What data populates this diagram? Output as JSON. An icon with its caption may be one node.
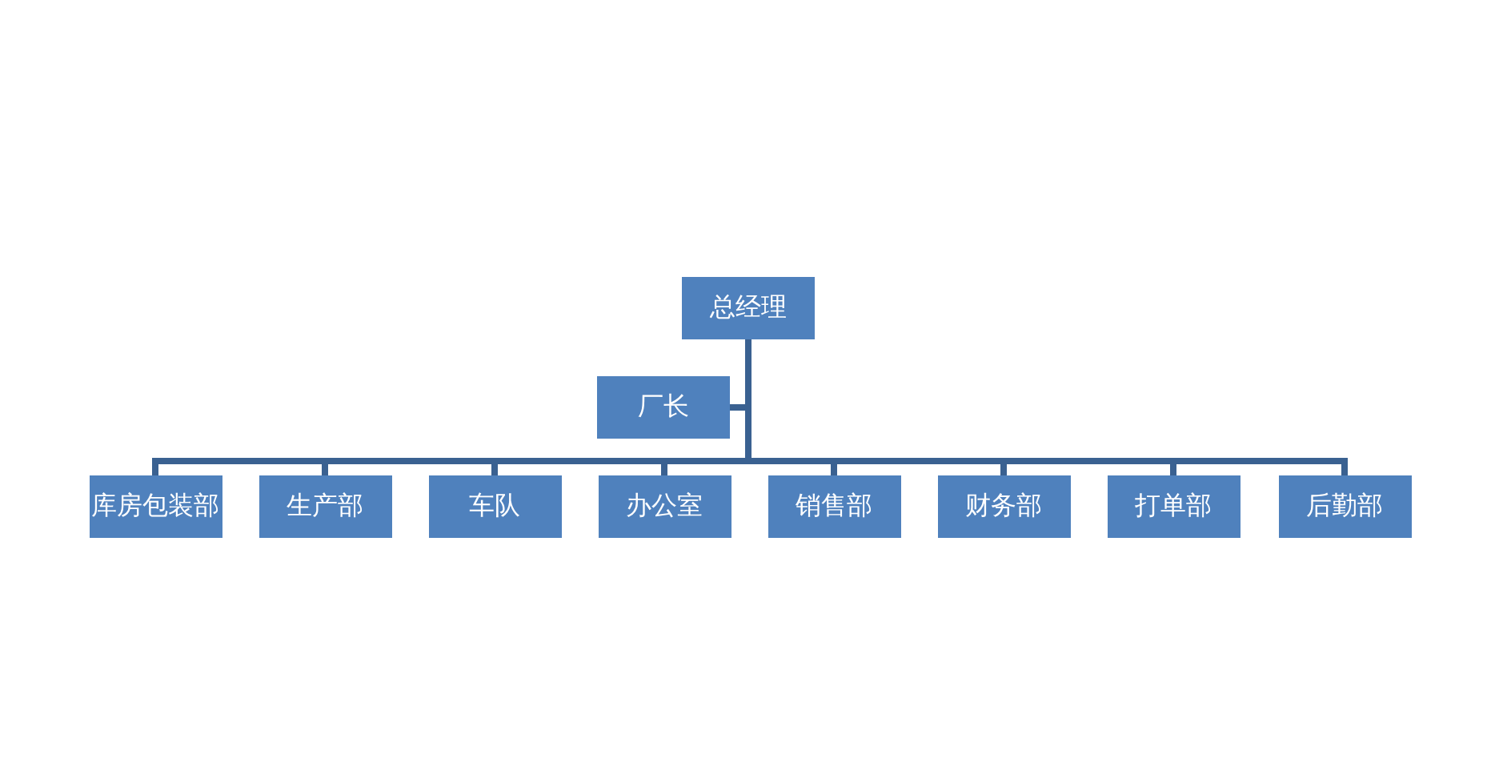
{
  "diagram": {
    "nodes": [
      {
        "text": [
          "总经理"
        ]
      },
      {
        "text": [
          "厂长"
        ]
      },
      {
        "text": [
          "库房包装部"
        ]
      },
      {
        "text": [
          "生产部"
        ]
      },
      {
        "text": [
          "车队"
        ]
      },
      {
        "text": [
          "办公室"
        ]
      },
      {
        "text": [
          "销售部"
        ]
      },
      {
        "text": [
          "财务部"
        ]
      },
      {
        "text": [
          "打单部"
        ]
      },
      {
        "text": [
          "后勤部"
        ]
      }
    ],
    "edges": [
      {
        "from": 0,
        "to": 1,
        "arrow": "none"
      },
      {
        "from": 0,
        "to": 2,
        "arrow": "none"
      },
      {
        "from": 0,
        "to": 3,
        "arrow": "none"
      },
      {
        "from": 0,
        "to": 4,
        "arrow": "none"
      },
      {
        "from": 0,
        "to": 5,
        "arrow": "none"
      },
      {
        "from": 0,
        "to": 6,
        "arrow": "none"
      },
      {
        "from": 0,
        "to": 7,
        "arrow": "none"
      },
      {
        "from": 0,
        "to": 8,
        "arrow": "none"
      },
      {
        "from": 0,
        "to": 9,
        "arrow": "none"
      }
    ]
  }
}
